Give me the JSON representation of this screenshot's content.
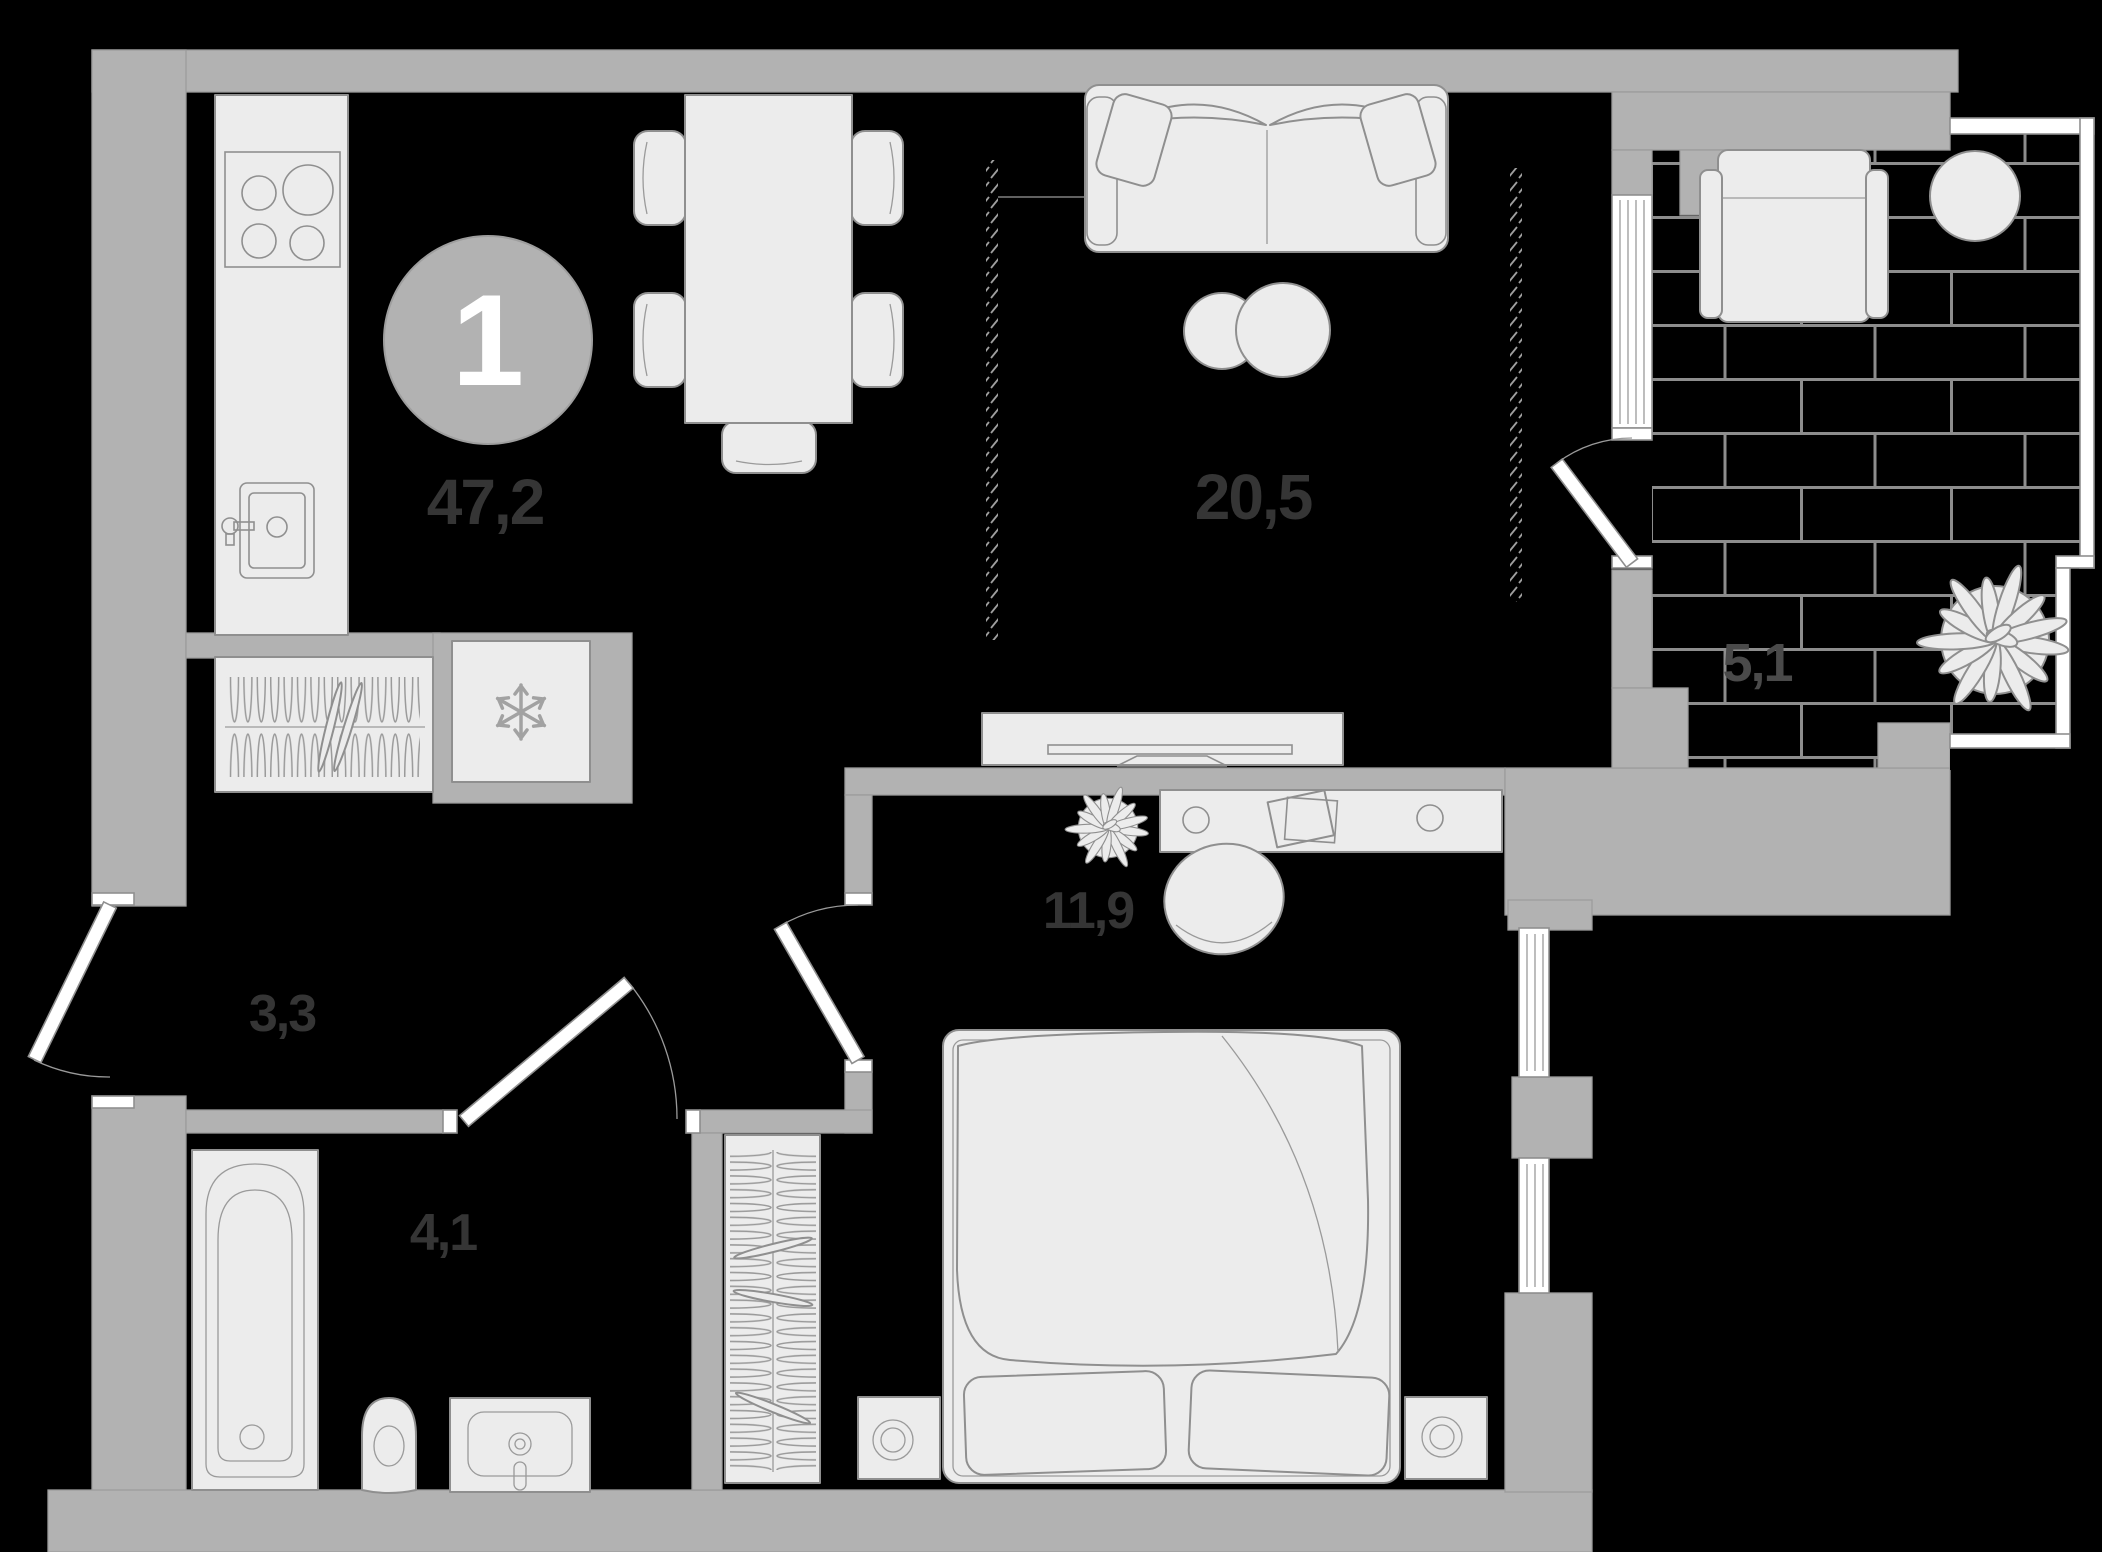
{
  "plan": {
    "badge_number": "1",
    "areas": {
      "kitchen_living": "47,2",
      "living": "20,5",
      "balcony": "5,1",
      "hallway": "3,3",
      "bedroom": "11,9",
      "bathroom": "4,1"
    }
  },
  "colors": {
    "background": "#000000",
    "wall": "#b2b2b2",
    "furniture": "#ececec",
    "outline": "#8f8f8f",
    "window_door": "#ffffff",
    "label": "#353535",
    "badge_bg": "#b2b2b2",
    "badge_text": "#ffffff"
  }
}
